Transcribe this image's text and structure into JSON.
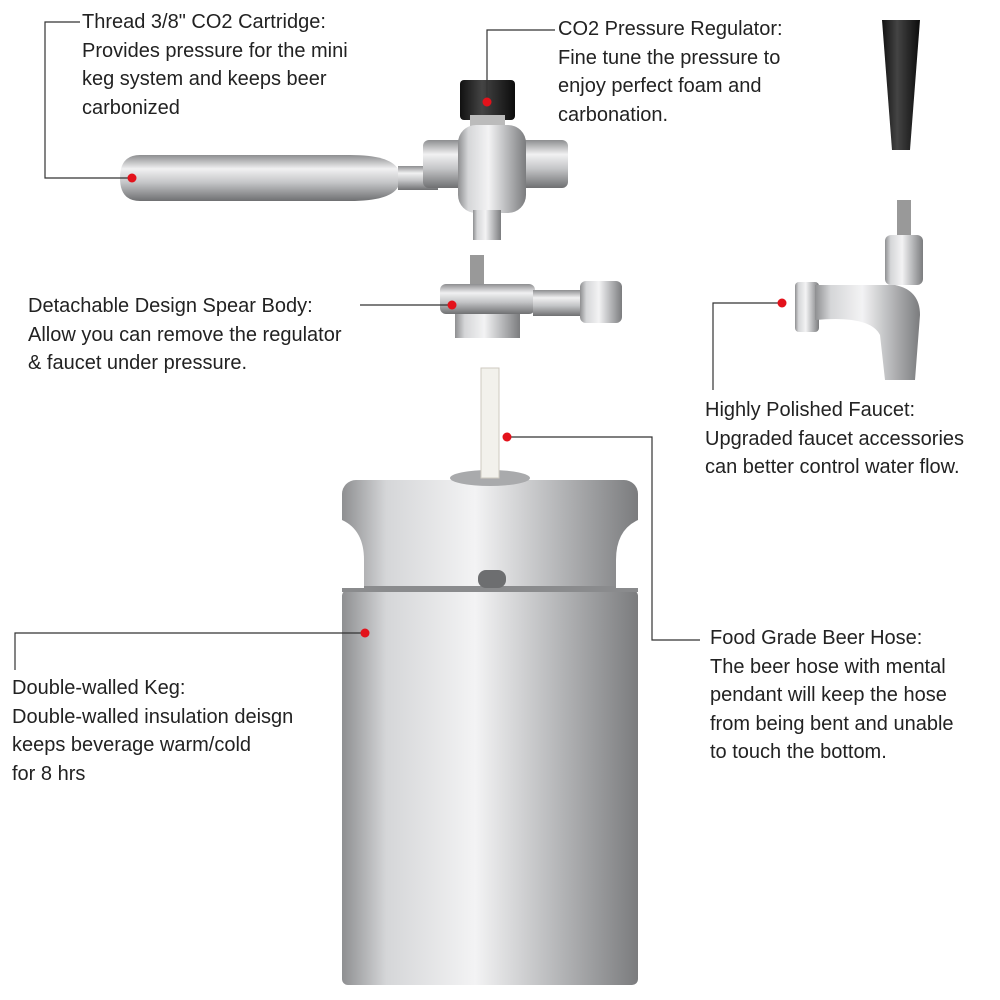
{
  "colors": {
    "dot": "#e3121b",
    "line": "#333333",
    "text": "#222222"
  },
  "callouts": {
    "cartridge": {
      "title": "Thread 3/8\" CO2 Cartridge:",
      "lines": [
        "Provides pressure for the mini",
        "keg system and keeps beer",
        "carbonized"
      ]
    },
    "regulator": {
      "title": "CO2 Pressure Regulator:",
      "lines": [
        "Fine tune the pressure to",
        "enjoy perfect  foam and",
        "carbonation."
      ]
    },
    "spear": {
      "title": "Detachable Design Spear Body:",
      "lines": [
        "Allow you can remove the regulator",
        "& faucet under pressure."
      ]
    },
    "faucet": {
      "title": "Highly Polished Faucet:",
      "lines": [
        "Upgraded faucet accessories",
        "can better control water flow."
      ]
    },
    "hose": {
      "title": "Food Grade Beer Hose:",
      "lines": [
        "The beer hose with mental",
        "pendant will keep the hose",
        "from being bent and unable",
        "to touch the bottom."
      ]
    },
    "keg": {
      "title": "Double-walled Keg:",
      "lines": [
        "Double-walled insulation deisgn",
        "keeps beverage warm/cold",
        "for 8 hrs"
      ]
    }
  }
}
